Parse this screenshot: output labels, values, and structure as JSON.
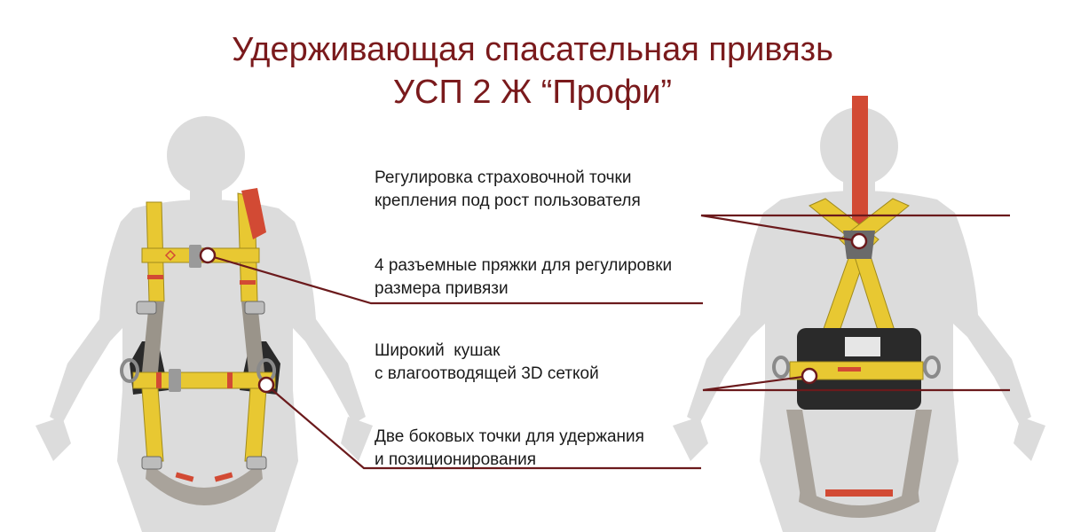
{
  "title": {
    "line1": "Удерживающая спасательная привязь",
    "line2": "УСП 2 Ж “Профи”"
  },
  "callouts": [
    {
      "line1": "Регулировка страховочной точки",
      "line2": "крепления под рост пользователя"
    },
    {
      "line1": "4 разъемные пряжки для регулировки",
      "line2": "размера привязи"
    },
    {
      "line1": "Широкий  кушак",
      "line2": "с влагоотводящей 3D сеткой"
    },
    {
      "line1": "Две боковых точки для удержания",
      "line2": "и позиционирования"
    }
  ],
  "colors": {
    "title": "#7a1a1c",
    "leader_line": "#6b1a1c",
    "silhouette": "#dcdcdc",
    "strap_yellow": "#e8c832",
    "strap_red": "#d24a34",
    "belt_black": "#2a2a2a",
    "grey_strap": "#a9a39b"
  }
}
